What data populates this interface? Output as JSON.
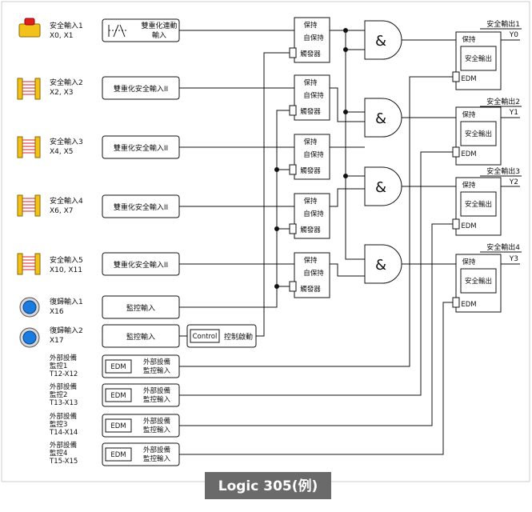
{
  "caption": "Logic 305(例)",
  "inputs": [
    {
      "name": "安全輸入1",
      "addr": "X0, X1"
    },
    {
      "name": "安全輸入2",
      "addr": "X2, X3"
    },
    {
      "name": "安全輸入3",
      "addr": "X4, X5"
    },
    {
      "name": "安全輸入4",
      "addr": "X6, X7"
    },
    {
      "name": "安全輸入5",
      "addr": "X10, X11"
    },
    {
      "name": "復歸輸入1",
      "addr": "X16"
    },
    {
      "name": "復歸輸入2",
      "addr": "X17"
    }
  ],
  "edm_labels": [
    {
      "l1": "外部設備",
      "l2": "監控1",
      "l3": "T12-X12"
    },
    {
      "l1": "外部設備",
      "l2": "監控2",
      "l3": "T13-X13"
    },
    {
      "l1": "外部設備",
      "l2": "監控3",
      "l3": "T14-X14"
    },
    {
      "l1": "外部設備",
      "l2": "監控4",
      "l3": "T15-X15"
    }
  ],
  "func_blocks": {
    "estop_l1": "雙重化連動",
    "estop_l2": "輸入",
    "dual": "雙重化安全輸入II",
    "monitor": "監控輸入",
    "control": "Control",
    "control_label": "控制啟動",
    "edm_tag": "EDM",
    "edm_l1": "外部設備",
    "edm_l2": "監控輸入"
  },
  "latch": {
    "title": "保持",
    "self": "自保持",
    "trigger": "觸發器"
  },
  "and_symbol": "&",
  "outputs": [
    {
      "name": "安全輸出1",
      "y": "Y0"
    },
    {
      "name": "安全輸出2",
      "y": "Y1"
    },
    {
      "name": "安全輸出3",
      "y": "Y2"
    },
    {
      "name": "安全輸出4",
      "y": "Y3"
    }
  ],
  "out_block": {
    "title": "保持",
    "inner": "安全輸出",
    "edm": "EDM"
  }
}
